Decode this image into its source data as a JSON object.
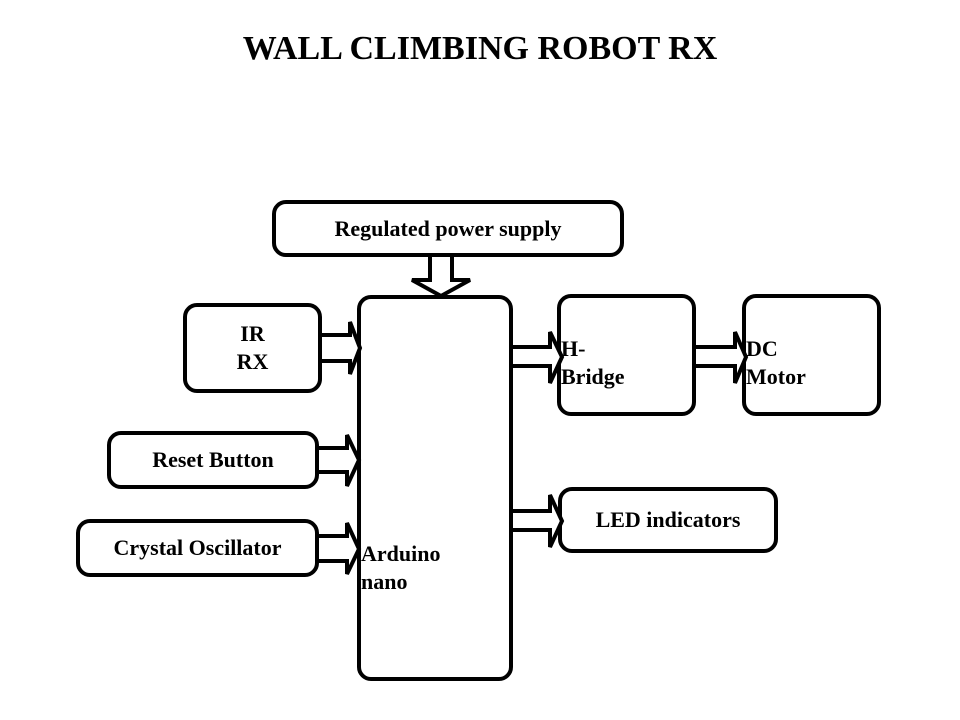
{
  "title": "WALL CLIMBING ROBOT RX",
  "blocks": {
    "power": "Regulated power supply",
    "ir_line1": "IR",
    "ir_line2": "RX",
    "reset": "Reset Button",
    "crystal": "Crystal Oscillator",
    "mcu_line1": "Arduino",
    "mcu_line2": "nano",
    "hbridge_line1": "H-",
    "hbridge_line2": "Bridge",
    "motor_line1": "DC",
    "motor_line2": "Motor",
    "led": "LED indicators"
  },
  "connections": [
    {
      "from": "Regulated power supply",
      "to": "Arduino nano"
    },
    {
      "from": "IR RX",
      "to": "Arduino nano"
    },
    {
      "from": "Reset Button",
      "to": "Arduino nano"
    },
    {
      "from": "Crystal Oscillator",
      "to": "Arduino nano"
    },
    {
      "from": "Arduino nano",
      "to": "H-Bridge"
    },
    {
      "from": "H-Bridge",
      "to": "DC Motor"
    },
    {
      "from": "Arduino nano",
      "to": "LED indicators"
    }
  ]
}
